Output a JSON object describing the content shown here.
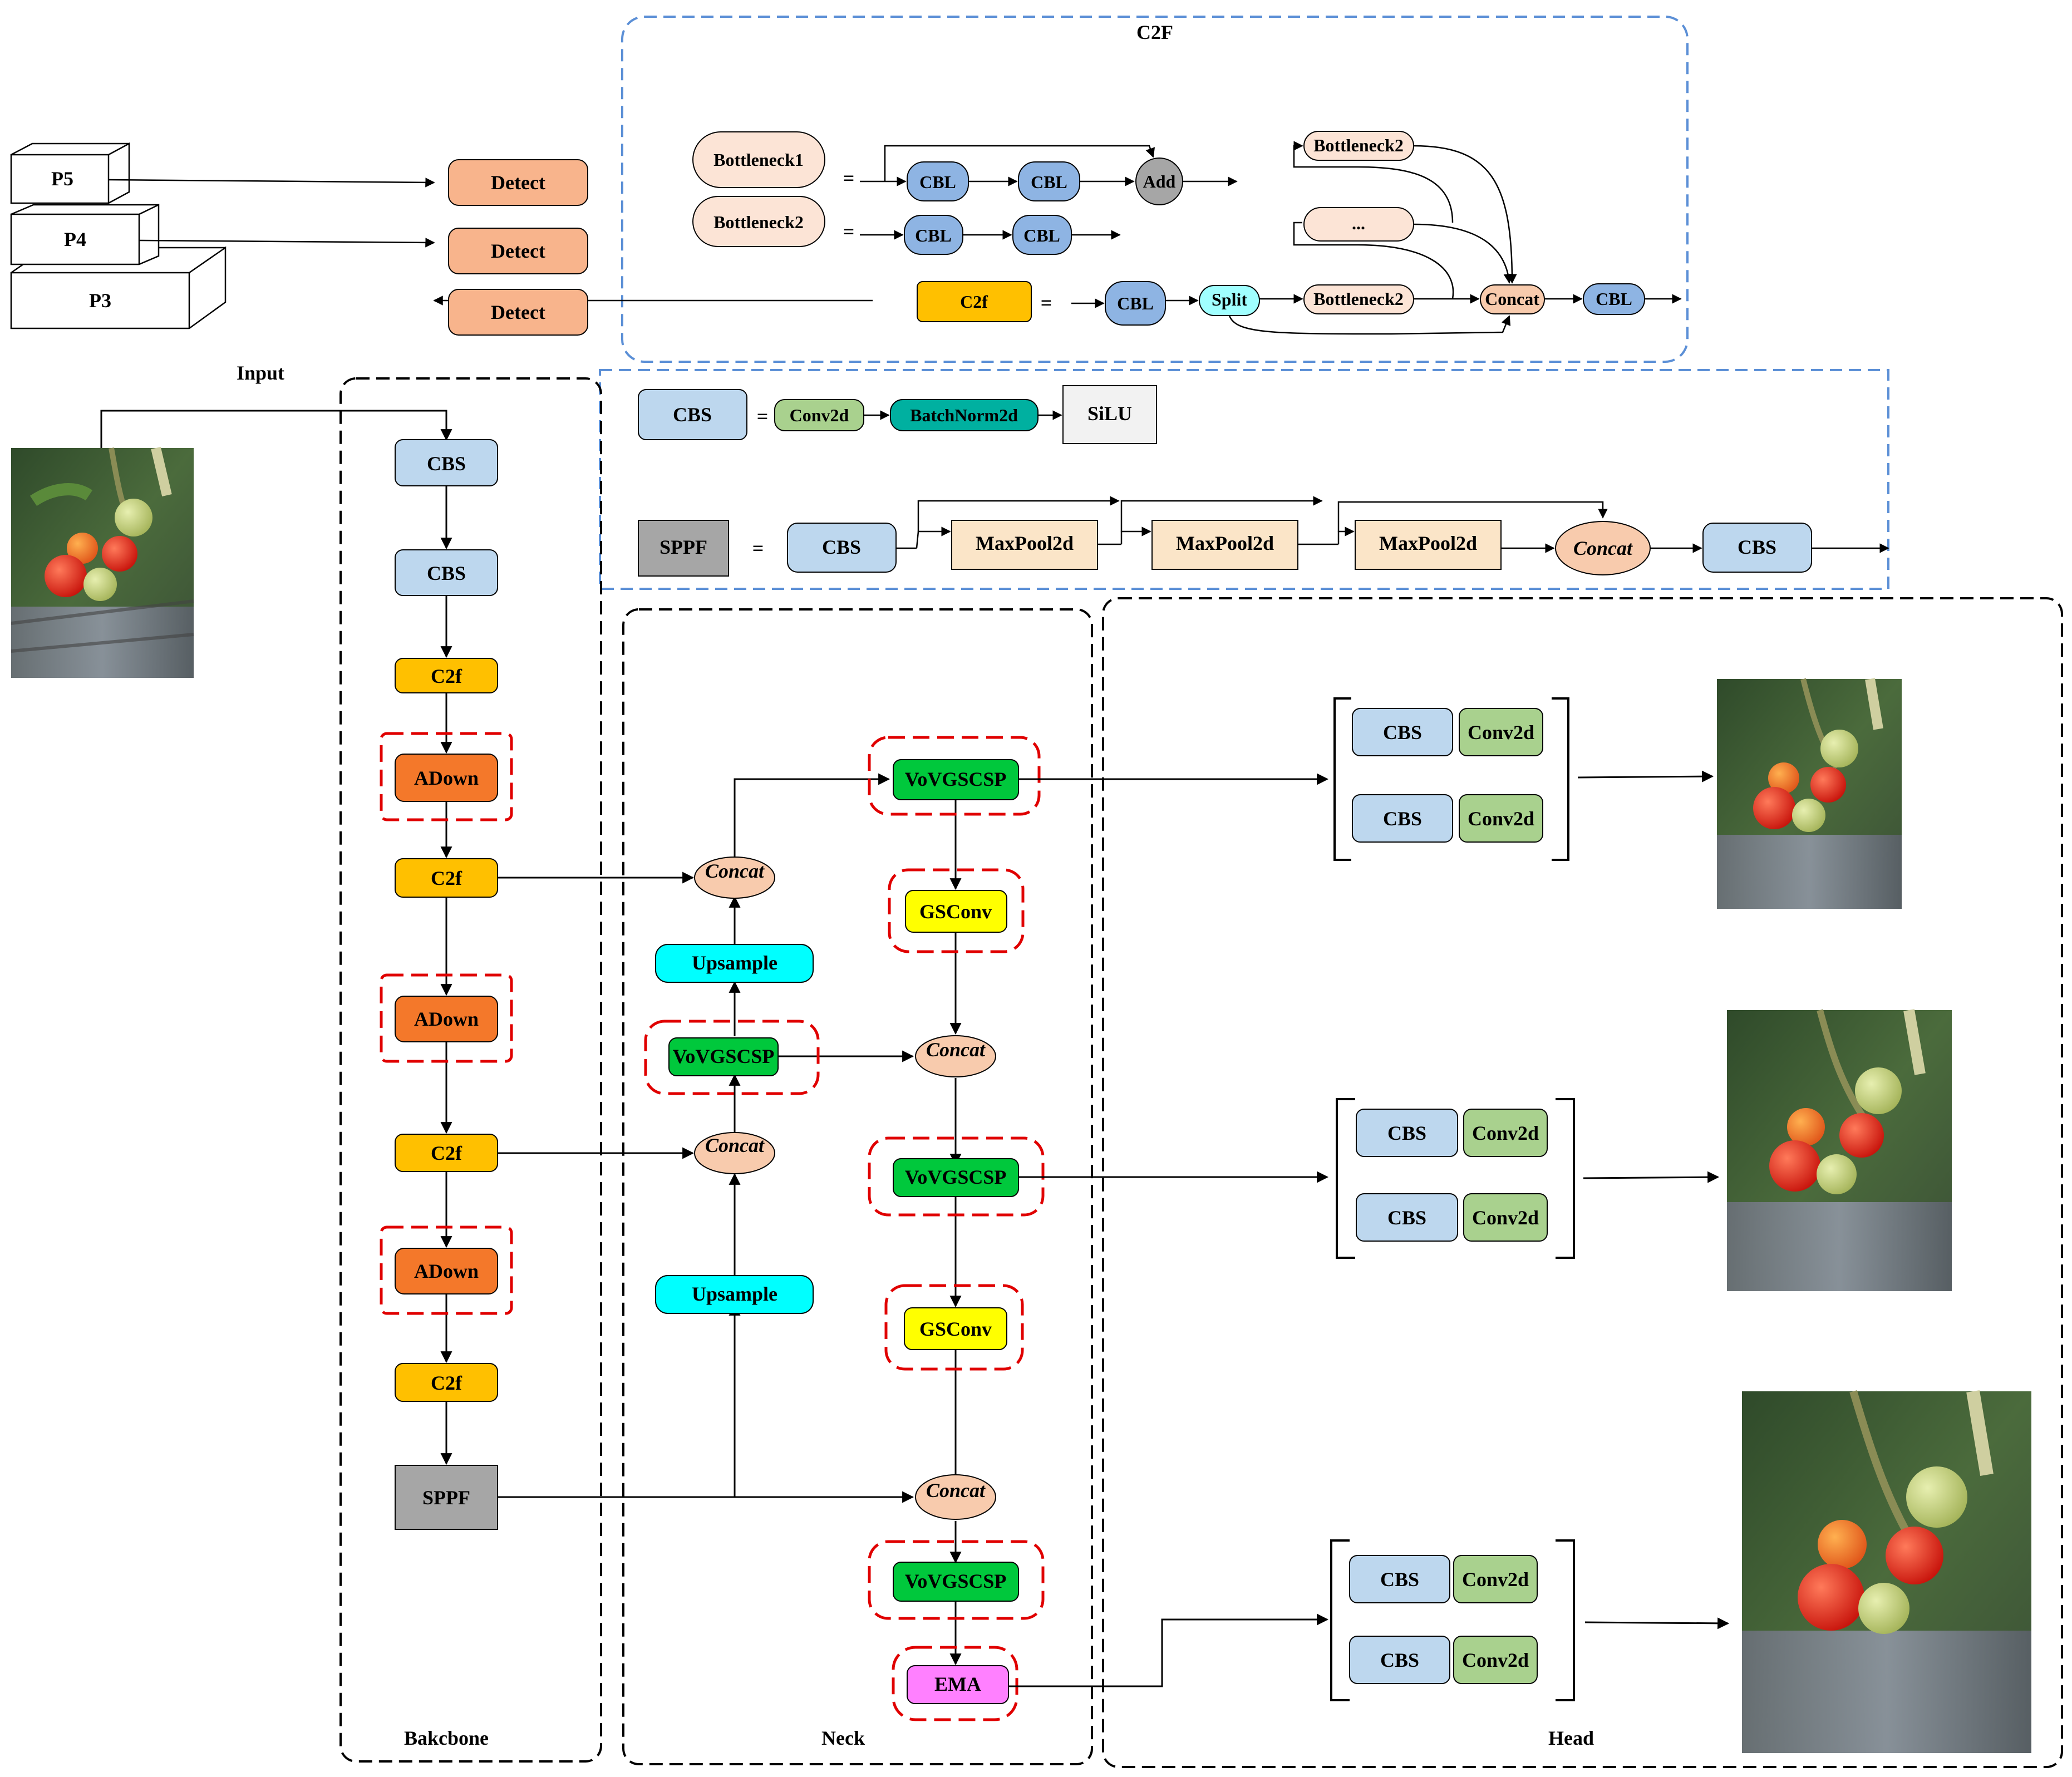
{
  "c2f_panel": {
    "title": "C2F",
    "bottleneck1": "Bottleneck1",
    "bottleneck2": "Bottleneck2",
    "equals": "=",
    "cbl": "CBL",
    "add": "Add",
    "c2f": "C2f",
    "split": "Split",
    "ellipsis": "...",
    "concat": "Concat"
  },
  "outputs": {
    "p5": "P5",
    "p4": "P4",
    "p3": "P3",
    "detect": "Detect"
  },
  "modules_panel": {
    "cbs": "CBS",
    "equals": "=",
    "conv2d": "Conv2d",
    "batchnorm": "BatchNorm2d",
    "silu": "SiLU",
    "sppf": "SPPF",
    "maxpool": "MaxPool2d",
    "concat": "Concat"
  },
  "input": {
    "label": "Input"
  },
  "backbone": {
    "label": "Bakcbone",
    "cbs": "CBS",
    "c2f": "C2f",
    "adown": "ADown",
    "sppf": "SPPF"
  },
  "neck": {
    "label": "Neck",
    "vov": "VoVGSCSP",
    "gsconv": "GSConv",
    "concat": "Concat",
    "upsample": "Upsample",
    "ema": "EMA"
  },
  "head": {
    "label": "Head",
    "cbs": "CBS",
    "conv2d": "Conv2d"
  },
  "colors": {
    "cbs": "#BDD7EE",
    "cbl": "#8EB4E3",
    "c2f": "#FFC000",
    "adown": "#F4782A",
    "sppf": "#A6A6A6",
    "concat": "#F8CBAD",
    "upsample": "#00FFFF",
    "vov": "#00C83C",
    "gsconv": "#FFFF00",
    "ema": "#FF80FF",
    "conv2d": "#A9D18E",
    "batchnorm": "#00B0A0",
    "bottleneck": "#FCE4D6",
    "detect": "#F8B48C",
    "maxpool": "#FBE5C8",
    "split": "#A0FFFF",
    "add": "#A6A6A6",
    "dash_blue": "#5B8FD6",
    "dash_red": "#E00000"
  }
}
